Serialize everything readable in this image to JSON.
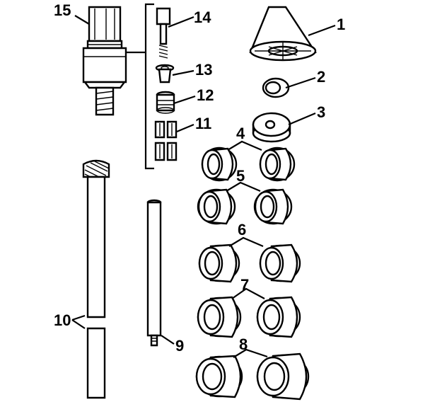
{
  "diagram": {
    "callouts": [
      "1",
      "2",
      "3",
      "4",
      "5",
      "6",
      "7",
      "8",
      "9",
      "10",
      "11",
      "12",
      "13",
      "14",
      "15"
    ]
  },
  "colors": {
    "ink": "#000000",
    "paper": "#ffffff"
  }
}
